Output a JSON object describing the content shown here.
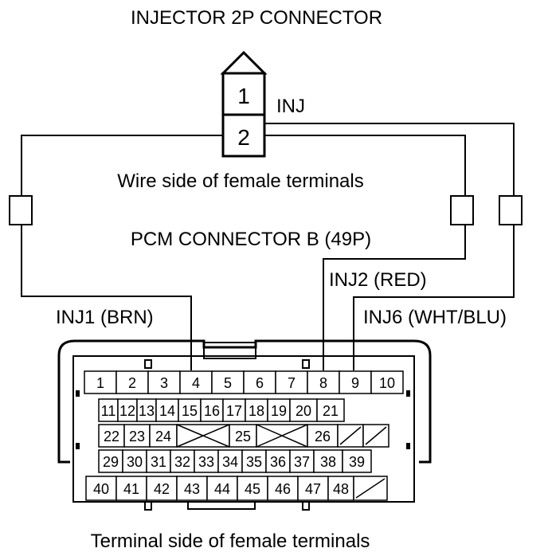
{
  "title": "INJECTOR 2P CONNECTOR",
  "injector": {
    "pins": [
      "1",
      "2"
    ],
    "label": "INJ"
  },
  "wire_side_label": "Wire side of female terminals",
  "pcm_label": "PCM CONNECTOR B (49P)",
  "wires": {
    "inj1": "INJ1 (BRN)",
    "inj2": "INJ2 (RED)",
    "inj6": "INJ6 (WHT/BLU)"
  },
  "pcm_rows": [
    [
      "1",
      "2",
      "3",
      "4",
      "5",
      "6",
      "7",
      "8",
      "9",
      "10"
    ],
    [
      "11",
      "12",
      "13",
      "14",
      "15",
      "16",
      "17",
      "18",
      "19",
      "20",
      "21"
    ],
    [
      "22",
      "23",
      "24",
      "",
      "25",
      "",
      "26",
      "",
      ""
    ],
    [
      "29",
      "30",
      "31",
      "32",
      "33",
      "34",
      "35",
      "36",
      "37",
      "38",
      "39"
    ],
    [
      "40",
      "41",
      "42",
      "43",
      "44",
      "45",
      "46",
      "47",
      "48",
      ""
    ]
  ],
  "terminal_side_label": "Terminal side of female terminals"
}
